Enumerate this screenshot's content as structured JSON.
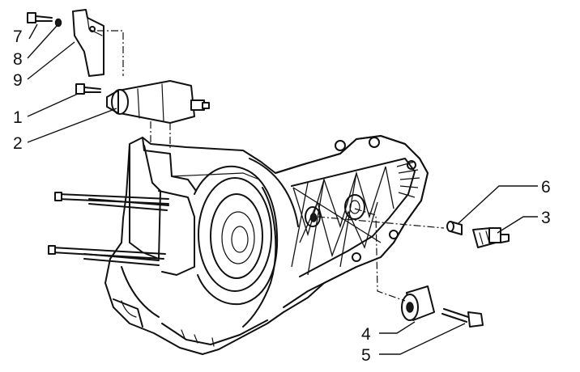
{
  "callouts": [
    {
      "id": "7",
      "label": "7"
    },
    {
      "id": "8",
      "label": "8"
    },
    {
      "id": "9",
      "label": "9"
    },
    {
      "id": "1",
      "label": "1"
    },
    {
      "id": "2",
      "label": "2"
    },
    {
      "id": "6",
      "label": "6"
    },
    {
      "id": "3",
      "label": "3"
    },
    {
      "id": "4",
      "label": "4"
    },
    {
      "id": "5",
      "label": "5"
    }
  ],
  "colors": {
    "ink": "#111111",
    "paper": "#ffffff"
  }
}
